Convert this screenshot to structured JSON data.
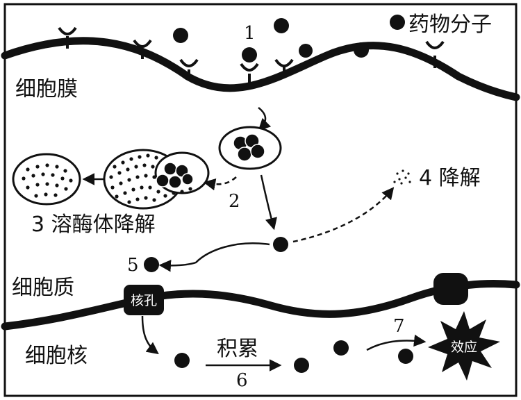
{
  "labels": {
    "membrane": "细胞膜",
    "cytoplasm": "细胞质",
    "nucleus": "细胞核",
    "drug": "药物分子",
    "lysosome": "3 溶酶体降解",
    "degrade": "4 降解",
    "pore": "核孔",
    "accumulate": "积累",
    "effect": "效应"
  },
  "steps": [
    "1",
    "2",
    "5",
    "6",
    "7"
  ]
}
